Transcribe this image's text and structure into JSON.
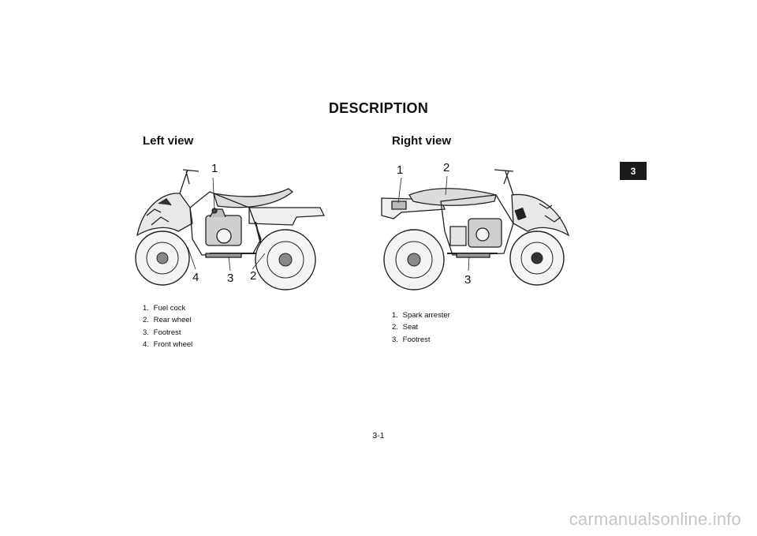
{
  "page": {
    "title": "DESCRIPTION",
    "chapter_tab": "3",
    "page_number": "3-1"
  },
  "left": {
    "heading": "Left view",
    "callouts": [
      "1",
      "4",
      "3",
      "2"
    ],
    "legend": [
      {
        "num": "1.",
        "label": "Fuel  cock"
      },
      {
        "num": "2.",
        "label": "Rear  wheel"
      },
      {
        "num": "3.",
        "label": "Footrest"
      },
      {
        "num": "4.",
        "label": "Front  wheel"
      }
    ]
  },
  "right": {
    "heading": "Right view",
    "callouts": [
      "1",
      "2",
      "3"
    ],
    "legend": [
      {
        "num": "1.",
        "label": "Spark arrester"
      },
      {
        "num": "2.",
        "label": "Seat"
      },
      {
        "num": "3.",
        "label": "Footrest"
      }
    ]
  },
  "watermark": "carmanualsonline.info"
}
